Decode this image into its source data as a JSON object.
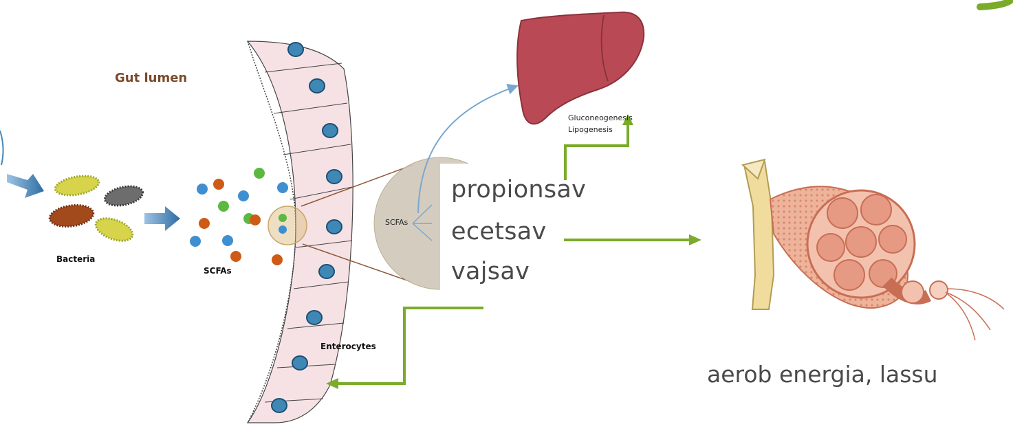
{
  "labels": {
    "gut_lumen": "Gut lumen",
    "bacteria": "Bacteria",
    "scfas_left": "SCFAs",
    "scfas_circle": "SCFAs",
    "enterocytes": "Enterocytes",
    "gluconeogenesis": "Gluconeogenesis",
    "lipogenesis": "Lipogenesis"
  },
  "overlay": {
    "items": [
      "propionsav",
      "ecetsav",
      "vajsav"
    ],
    "muscle_caption": "aerob energia, lassu"
  },
  "colors": {
    "arrow_green": "#7aab2a",
    "liver": "#b94a55",
    "cell_fill": "#f6e2e4",
    "nucleus": "#3f88b6",
    "scfa_blue": "#3f8fd0",
    "scfa_orange": "#cf5a16",
    "scfa_green": "#5cb840",
    "muscle": "#e9a58a",
    "bone": "#f0dd9e"
  }
}
